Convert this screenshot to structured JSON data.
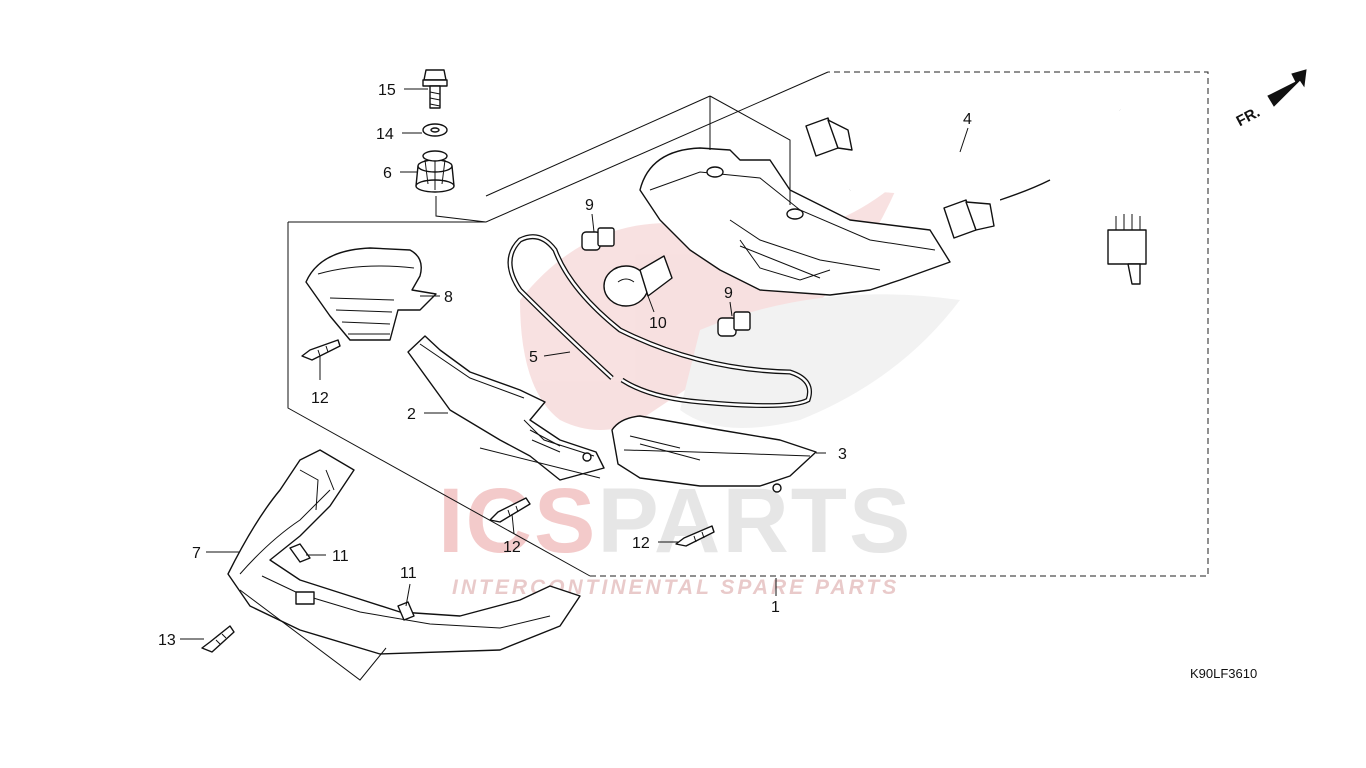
{
  "diagram": {
    "code": "K90LF3610",
    "direction_label": "FR.",
    "watermark": {
      "brand": "ICSPARTS",
      "brand_accent": "ICS",
      "brand_rest": "PARTS",
      "tagline": "INTERCONTINENTAL SPARE PARTS"
    },
    "callouts": {
      "c1": "1",
      "c2": "2",
      "c3": "3",
      "c4": "4",
      "c5": "5",
      "c6": "6",
      "c7": "7",
      "c8": "8",
      "c9a": "9",
      "c9b": "9",
      "c10": "10",
      "c11a": "11",
      "c11b": "11",
      "c12a": "12",
      "c12b": "12",
      "c12c": "12",
      "c13": "13",
      "c14": "14",
      "c15": "15"
    },
    "colors": {
      "line": "#111111",
      "watermark_red": "#e05a5a",
      "watermark_gray": "#c8c8c8"
    }
  }
}
